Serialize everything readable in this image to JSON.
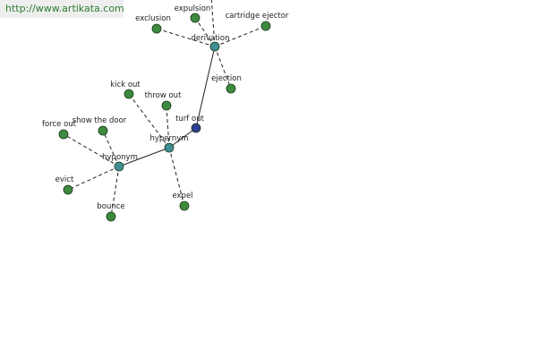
{
  "watermark": {
    "text": "http://www.artikata.com"
  },
  "colors": {
    "leaf": "#3e8a3e",
    "relation": "#3f8f92",
    "root": "#2d3e93",
    "edge": "#222222"
  },
  "graph": {
    "nodes": [
      {
        "id": "turf-out",
        "label": "turf out",
        "kind": "root"
      },
      {
        "id": "derivation",
        "label": "derivation",
        "kind": "relation"
      },
      {
        "id": "hypernym",
        "label": "hypernym",
        "kind": "relation"
      },
      {
        "id": "hyponym",
        "label": "hyponym",
        "kind": "relation"
      },
      {
        "id": "exclusion",
        "label": "exclusion",
        "kind": "leaf"
      },
      {
        "id": "expulsion",
        "label": "expulsion",
        "kind": "leaf"
      },
      {
        "id": "cartridge-ejector",
        "label": "cartridge ejector",
        "kind": "leaf"
      },
      {
        "id": "ejection",
        "label": "ejection",
        "kind": "leaf"
      },
      {
        "id": "kick-out",
        "label": "kick out",
        "kind": "leaf"
      },
      {
        "id": "throw-out",
        "label": "throw out",
        "kind": "leaf"
      },
      {
        "id": "expel",
        "label": "expel",
        "kind": "leaf"
      },
      {
        "id": "force-out",
        "label": "force out",
        "kind": "leaf"
      },
      {
        "id": "show-the-door",
        "label": "show the door",
        "kind": "leaf"
      },
      {
        "id": "evict",
        "label": "evict",
        "kind": "leaf"
      },
      {
        "id": "bounce",
        "label": "bounce",
        "kind": "leaf"
      }
    ],
    "edges": [
      {
        "from": "turf-out",
        "to": "derivation",
        "style": "solid"
      },
      {
        "from": "turf-out",
        "to": "hypernym",
        "style": "solid"
      },
      {
        "from": "hypernym",
        "to": "hyponym",
        "style": "solid"
      },
      {
        "from": "derivation",
        "to": "exclusion",
        "style": "dashed"
      },
      {
        "from": "derivation",
        "to": "expulsion",
        "style": "dashed"
      },
      {
        "from": "derivation",
        "to": "cartridge-ejector",
        "style": "dashed"
      },
      {
        "from": "derivation",
        "to": "ejection",
        "style": "dashed"
      },
      {
        "from": "derivation",
        "to": "offscreen-top",
        "style": "dashed"
      },
      {
        "from": "hypernym",
        "to": "kick-out",
        "style": "dashed"
      },
      {
        "from": "hypernym",
        "to": "throw-out",
        "style": "dashed"
      },
      {
        "from": "hypernym",
        "to": "expel",
        "style": "dashed"
      },
      {
        "from": "hyponym",
        "to": "force-out",
        "style": "dashed"
      },
      {
        "from": "hyponym",
        "to": "show-the-door",
        "style": "dashed"
      },
      {
        "from": "hyponym",
        "to": "evict",
        "style": "dashed"
      },
      {
        "from": "hyponym",
        "to": "bounce",
        "style": "dashed"
      }
    ]
  }
}
